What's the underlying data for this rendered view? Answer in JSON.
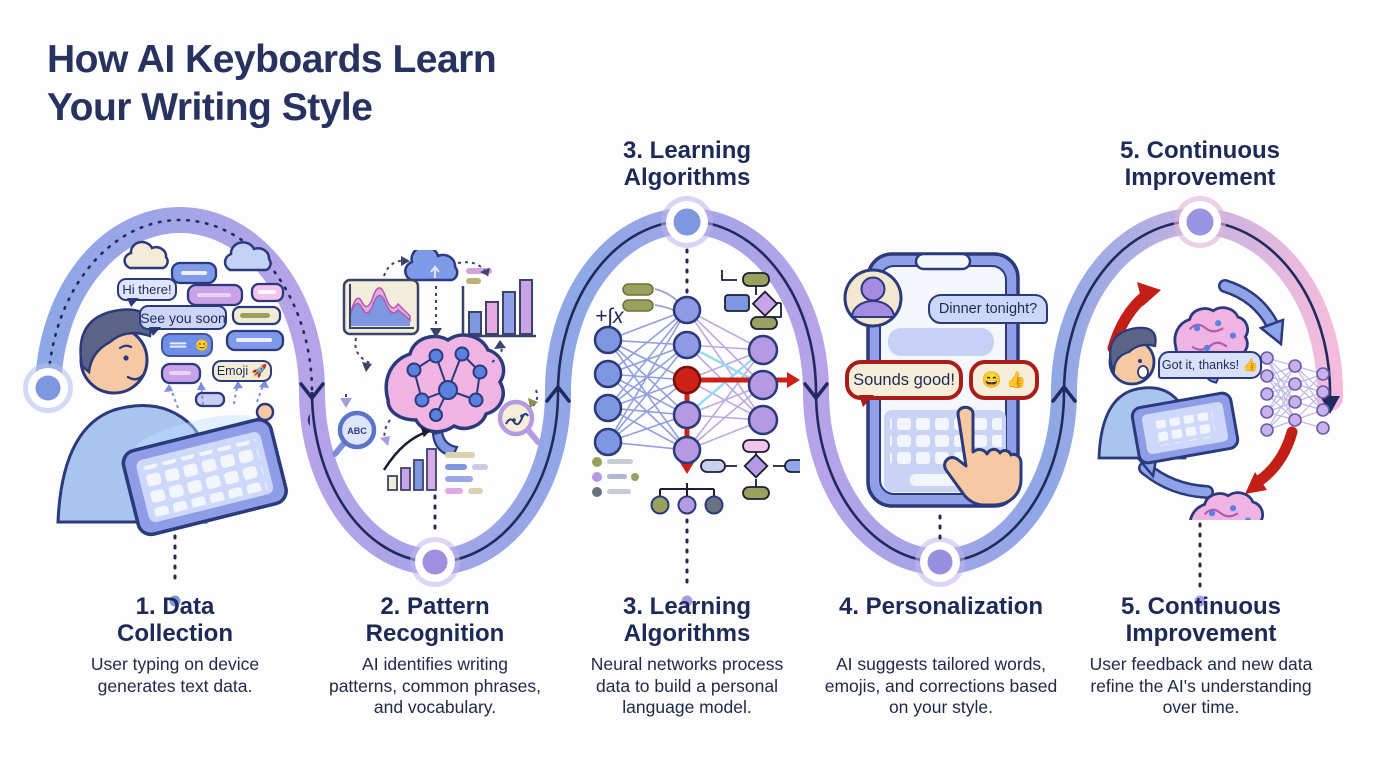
{
  "title": {
    "line1": "How AI Keyboards Learn",
    "line2": "Your Writing Style"
  },
  "stages": [
    {
      "number": "1",
      "heading": "1. Data Collection",
      "heading_line1": "1. Data",
      "heading_line2": "Collection",
      "description": "User typing on device generates text data."
    },
    {
      "number": "2",
      "heading": "2. Pattern Recognition",
      "heading_line1": "2. Pattern",
      "heading_line2": "Recognition",
      "description": "AI identifies writing patterns, common phrases, and vocabulary."
    },
    {
      "number": "3",
      "heading": "3. Learning Algorithms",
      "heading_line1": "3. Learning",
      "heading_line2": "Algorithms",
      "description": "Neural networks process data to build a personal language model."
    },
    {
      "number": "4",
      "heading": "4. Personalization",
      "heading_line1": "4. Personalization",
      "heading_line2": "",
      "description": "AI suggests tailored words, emojis, and corrections based on your style."
    },
    {
      "number": "5",
      "heading": "5. Continuous Improvement",
      "heading_line1": "5. Continuous",
      "heading_line2": "Improvement",
      "description": "User feedback and new data refine the AI's understanding over time."
    }
  ],
  "bubbles": {
    "hi_there": "Hi there!",
    "see_you_soon": "See you soon",
    "emoji_label": "Emoji 🚀",
    "typing_emoji": "😊",
    "dinner": "Dinner tonight?",
    "sounds_good": "Sounds good!",
    "emoji_suggestion": "😄 👍",
    "got_it": "Got it, thanks! 👍"
  },
  "symbols": {
    "math": "+∫x",
    "magnifier_text": "ABC"
  },
  "colors": {
    "path_blue": "#8ea7e5",
    "path_purple": "#b7a3e8",
    "path_pink": "#f4bcdc",
    "line_navy": "#1f2b5e",
    "title_navy": "#27325f",
    "accent_red": "#b42318",
    "brain_pink": "#f0b4e4",
    "node_blue": "#7e97e0",
    "node_purple": "#a48ce0",
    "cream": "#f4edd8"
  }
}
